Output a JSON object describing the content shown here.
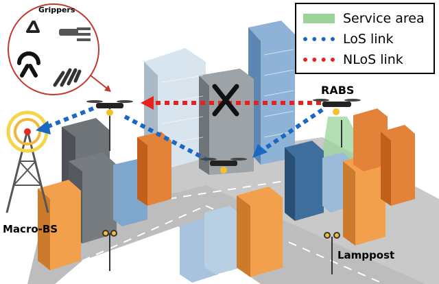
{
  "legend": {
    "service_area": "Service area",
    "los_link": "LoS link",
    "nlos_link": "NLoS link",
    "colors": {
      "service_area": "#9bd39a",
      "los": "#1a67c4",
      "nlos": "#e8211f"
    }
  },
  "labels": {
    "grippers": "Grippers",
    "rabs": "RABS",
    "macro_bs": "Macro-BS",
    "lamppost": "Lamppost"
  }
}
